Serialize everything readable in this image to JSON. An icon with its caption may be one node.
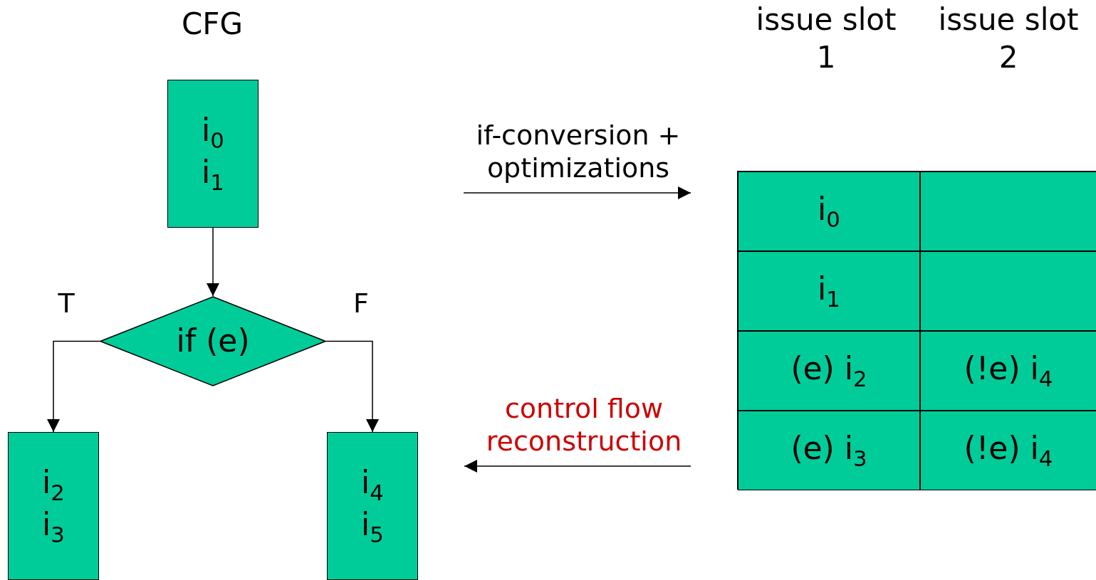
{
  "diagram": {
    "nodes": [
      {
        "text": [
          "i$_{0}$",
          "i$_{1}$"
        ]
      },
      {
        "text": [
          "if (e)"
        ]
      },
      {
        "text": [
          "i$_{2}$",
          "i$_{3}$"
        ]
      },
      {
        "text": [
          "i$_{4}$",
          "i$_{5}$"
        ]
      },
      {
        "text": [],
        "shape": "box"
      },
      {
        "text": [
          "i$_{0}$"
        ],
        "in": 4
      },
      {
        "text": [],
        "shape": "box",
        "in": 4
      },
      {
        "text": [
          "i$_{1}$"
        ],
        "in": 4
      },
      {
        "text": [],
        "shape": "box",
        "in": 4
      },
      {
        "text": [
          "(e) i$_{2}$"
        ],
        "in": 4
      },
      {
        "text": [
          "(!e) i$_{4}$"
        ],
        "in": 4
      },
      {
        "text": [
          "(e) i$_{3}$"
        ],
        "in": 4
      },
      {
        "text": [
          "(!e) i$_{4}$"
        ],
        "in": 4
      }
    ],
    "edges": [
      {
        "from": 0,
        "to": 1,
        "arrow": "to"
      },
      {
        "from": 1,
        "to": 2,
        "arrow": "to",
        "label": "T"
      },
      {
        "from": 1,
        "to": 3,
        "arrow": "to",
        "label": "F"
      },
      {
        "from": null,
        "to": 4,
        "arrow": "to",
        "label": "if-conversion + optimizations"
      },
      {
        "from": 4,
        "to": null,
        "arrow": "to",
        "label": "control flow reconstruction"
      }
    ],
    "labels": [
      "CFG",
      "issue slot 1",
      "issue slot 2"
    ]
  }
}
